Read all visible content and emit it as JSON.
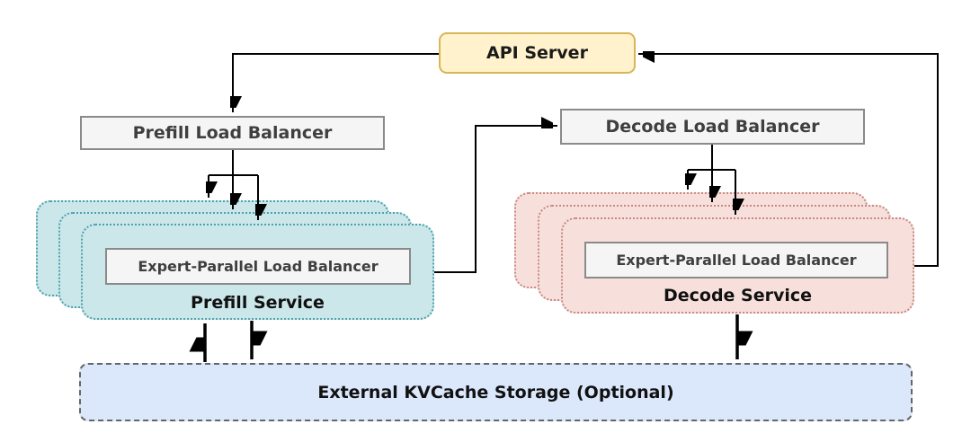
{
  "diagram": {
    "nodes": {
      "api_server": {
        "label": "API Server"
      },
      "prefill_load_balancer": {
        "label": "Prefill Load Balancer"
      },
      "decode_load_balancer": {
        "label": "Decode Load Balancer"
      },
      "prefill_service": {
        "label": "Prefill Service",
        "eplb_label": "Expert-Parallel Load Balancer",
        "replica_count": 3
      },
      "decode_service": {
        "label": "Decode Service",
        "eplb_label": "Expert-Parallel Load Balancer",
        "replica_count": 3
      },
      "kvcache": {
        "label": "External KVCache Storage (Optional)"
      }
    },
    "colors": {
      "api_fill": "#FFF2CC",
      "api_border": "#D6B656",
      "gray_fill": "#F5F5F5",
      "gray_border": "#8A8A8A",
      "prefill_fill": "#CBE7EA",
      "prefill_border": "#4DA2AC",
      "decode_fill": "#F7E0DC",
      "decode_border": "#C98983",
      "kv_fill": "#DBE8FB",
      "kv_border": "#666666",
      "arrow": "#000000"
    }
  }
}
